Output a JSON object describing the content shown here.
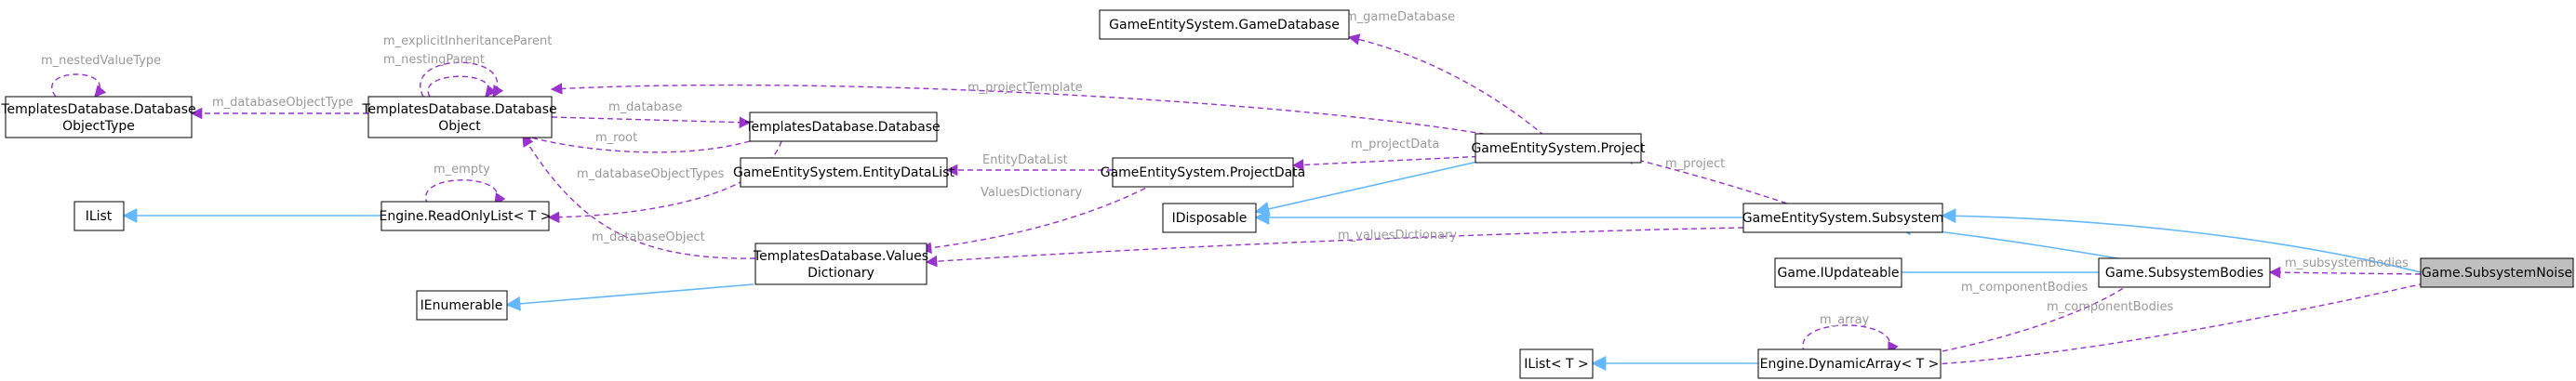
{
  "colors": {
    "usage_edge": "#9a32cd",
    "inherit_edge": "#63b8ff",
    "node_border": "#000000",
    "highlight_fill": "#bfbfbf",
    "label": "#9a9a9a"
  },
  "nodes": {
    "db_object_type": {
      "lines": [
        "TemplatesDatabase.Database",
        "ObjectType"
      ]
    },
    "db_object": {
      "lines": [
        "TemplatesDatabase.Database",
        "Object"
      ]
    },
    "db_database": {
      "lines": [
        "TemplatesDatabase.Database"
      ]
    },
    "game_database": {
      "lines": [
        "GameEntitySystem.GameDatabase"
      ]
    },
    "entity_data_list": {
      "lines": [
        "GameEntitySystem.EntityDataList"
      ]
    },
    "project_data": {
      "lines": [
        "GameEntitySystem.ProjectData"
      ]
    },
    "project": {
      "lines": [
        "GameEntitySystem.Project"
      ]
    },
    "ilist": {
      "lines": [
        "IList"
      ]
    },
    "readonly_list": {
      "lines": [
        "Engine.ReadOnlyList< T >"
      ]
    },
    "idisposable": {
      "lines": [
        "IDisposable"
      ]
    },
    "subsystem": {
      "lines": [
        "GameEntitySystem.Subsystem"
      ]
    },
    "values_dict": {
      "lines": [
        "TemplatesDatabase.Values",
        "Dictionary"
      ]
    },
    "ienumerable": {
      "lines": [
        "IEnumerable"
      ]
    },
    "iupdateable": {
      "lines": [
        "Game.IUpdateable"
      ]
    },
    "subsystem_bodies": {
      "lines": [
        "Game.SubsystemBodies"
      ]
    },
    "subsystem_noise": {
      "lines": [
        "Game.SubsystemNoise"
      ]
    },
    "ilist_t": {
      "lines": [
        "IList< T >"
      ]
    },
    "dynamic_array": {
      "lines": [
        "Engine.DynamicArray< T >"
      ]
    }
  },
  "edges": {
    "nested_value_type": "m_nestedValueType",
    "explicit_inheritance_parent": "m_explicitInheritanceParent",
    "nesting_parent": "m_nestingParent",
    "database_object_type": "m_databaseObjectType",
    "database": "m_database",
    "root": "m_root",
    "database_object_types": "m_databaseObjectTypes",
    "empty": "m_empty",
    "database_object": "m_databaseObject",
    "game_database": "m_gameDatabase",
    "project_template": "m_projectTemplate",
    "project_data": "m_projectData",
    "entity_data_list": "EntityDataList",
    "values_dictionary_label": "ValuesDictionary",
    "values_dictionary": "m_valuesDictionary",
    "project": "m_project",
    "subsystem_bodies": "m_subsystemBodies",
    "component_bodies_1": "m_componentBodies",
    "component_bodies_2": "m_componentBodies",
    "array": "m_array"
  }
}
